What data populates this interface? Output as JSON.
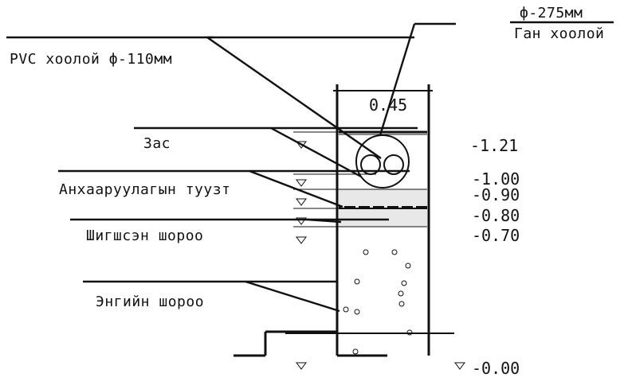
{
  "labels": {
    "gan_pipe": "Ган хоолой",
    "gan_diameter": "ф-275мм",
    "pvc_pipe": "PVC хоолой ф-110мм",
    "cable": "Зас",
    "warning_tape": "Анхааруулагын туузт",
    "sifted_soil": "Шигшсэн шороо",
    "native_soil": "Энгийн шороо"
  },
  "dimensions": {
    "trench_width": "0.45"
  },
  "elevations": [
    "-1.21",
    "-1.00",
    "-0.90",
    "-0.80",
    "-0.70",
    "-0.00"
  ]
}
